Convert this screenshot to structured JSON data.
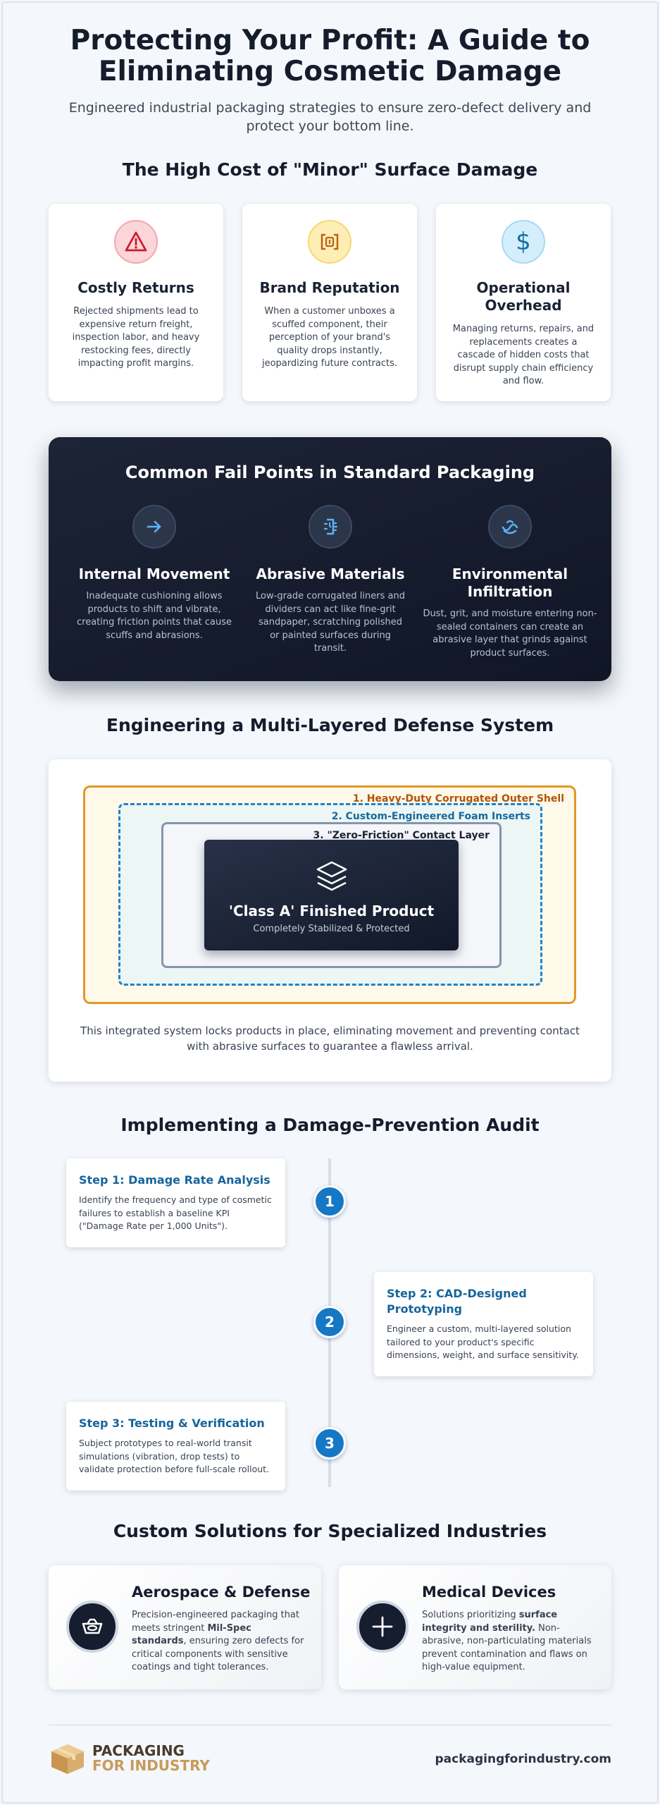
{
  "header": {
    "title": "Protecting Your Profit: A Guide to Eliminating Cosmetic Damage",
    "subtitle": "Engineered industrial packaging strategies to ensure zero-defect delivery and protect your bottom line."
  },
  "cost_section": {
    "title": "The High Cost of \"Minor\" Surface Damage",
    "cards": [
      {
        "icon": "warning-icon",
        "title": "Costly Returns",
        "text": "Rejected shipments lead to expensive return freight, inspection labor, and heavy restocking fees, directly impacting profit margins."
      },
      {
        "icon": "brand-icon",
        "title": "Brand Reputation",
        "text": "When a customer unboxes a scuffed component, their perception of your brand's quality drops instantly, jeopardizing future contracts."
      },
      {
        "icon": "dollar-icon",
        "title": "Operational Overhead",
        "text": "Managing returns, repairs, and replacements creates a cascade of hidden costs that disrupt supply chain efficiency and flow."
      }
    ]
  },
  "fail_section": {
    "title": "Common Fail Points in Standard Packaging",
    "items": [
      {
        "icon": "arrow-right-icon",
        "title": "Internal Movement",
        "text": "Inadequate cushioning allows products to shift and vibrate, creating friction points that cause scuffs and abrasions."
      },
      {
        "icon": "abrasive-icon",
        "title": "Abrasive Materials",
        "text": "Low-grade corrugated liners and dividers can act like fine-grit sandpaper, scratching polished or painted surfaces during transit."
      },
      {
        "icon": "water-icon",
        "title": "Environmental Infiltration",
        "text": "Dust, grit, and moisture entering non-sealed containers can create an abrasive layer that grinds against product surfaces."
      }
    ]
  },
  "defense_section": {
    "title": "Engineering a Multi-Layered Defense System",
    "layer1": "1. Heavy-Duty Corrugated Outer Shell",
    "layer2": "2. Custom-Engineered Foam Inserts",
    "layer3": "3. \"Zero-Friction\" Contact Layer",
    "product_title": "'Class A' Finished Product",
    "product_sub": "Completely Stabilized & Protected",
    "caption": "This integrated system locks products in place, eliminating movement and preventing contact with abrasive surfaces to guarantee a flawless arrival."
  },
  "audit_section": {
    "title": "Implementing a Damage-Prevention Audit",
    "steps": [
      {
        "num": "1",
        "title": "Step 1: Damage Rate Analysis",
        "text": "Identify the frequency and type of cosmetic failures to establish a baseline KPI (\"Damage Rate per 1,000 Units\")."
      },
      {
        "num": "2",
        "title": "Step 2: CAD-Designed Prototyping",
        "text": "Engineer a custom, multi-layered solution tailored to your product's specific dimensions, weight, and surface sensitivity."
      },
      {
        "num": "3",
        "title": "Step 3: Testing & Verification",
        "text": "Subject prototypes to real-world transit simulations (vibration, drop tests) to validate protection before full-scale rollout."
      }
    ]
  },
  "industry_section": {
    "title": "Custom Solutions for Specialized Industries",
    "cards": [
      {
        "icon": "aircraft-icon",
        "title": "Aerospace & Defense",
        "text_pre": "Precision-engineered packaging that meets stringent ",
        "text_bold": "Mil-Spec standards",
        "text_post": ", ensuring zero defects for critical components with sensitive coatings and tight tolerances."
      },
      {
        "icon": "medical-cross-icon",
        "title": "Medical Devices",
        "text_pre": "Solutions prioritizing ",
        "text_bold": "surface integrity and sterility.",
        "text_post": " Non-abrasive, non-particulating materials prevent contamination and flaws on high-value equipment."
      }
    ]
  },
  "footer": {
    "logo_line1": "PACKAGING",
    "logo_line2": "FOR INDUSTRY",
    "url": "packagingforindustry.com"
  },
  "colors": {
    "accent_blue": "#1677c5",
    "dark_navy": "#151c2c",
    "outer_shell": "#e3972a",
    "foam": "#2383c8"
  }
}
